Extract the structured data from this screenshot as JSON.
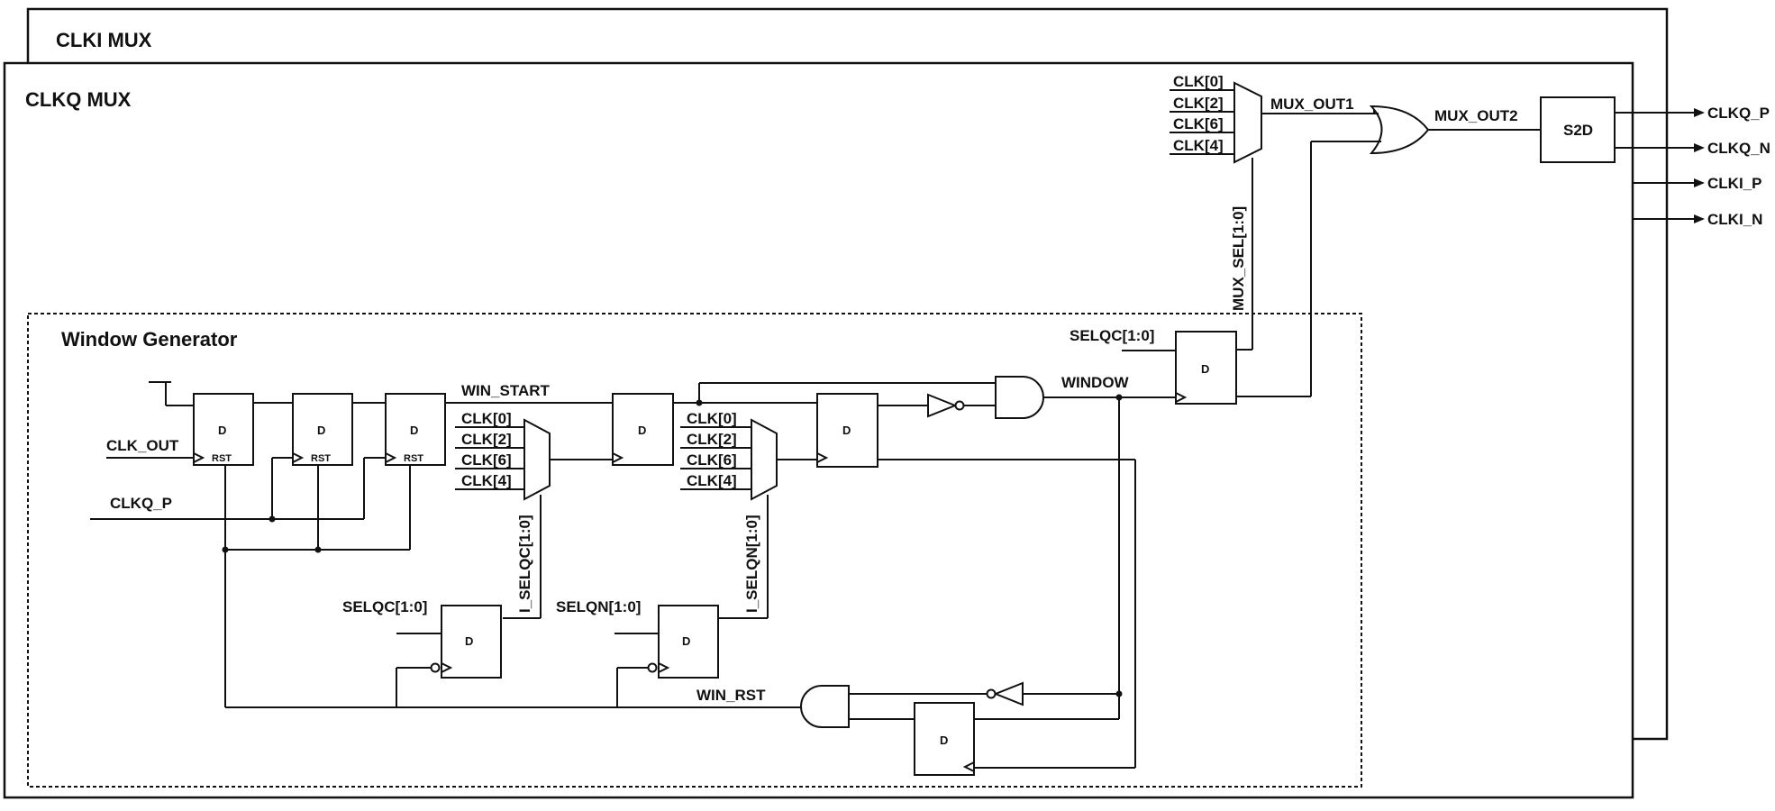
{
  "titles": {
    "clki_mux": "CLKI MUX",
    "clkq_mux": "CLKQ MUX",
    "window_generator": "Window Generator"
  },
  "blocks": {
    "s2d": "S2D",
    "d": "D",
    "rst": "RST"
  },
  "outputs": [
    "CLKQ_P",
    "CLKQ_N",
    "CLKI_P",
    "CLKI_N"
  ],
  "inputs": {
    "clk_out": "CLK_OUT",
    "clkq_p": "CLKQ_P",
    "selqc_top": "SELQC[1:0]",
    "selqc_bottom": "SELQC[1:0]",
    "selqn": "SELQN[1:0]"
  },
  "mux_inputs": [
    "CLK[0]",
    "CLK[2]",
    "CLK[6]",
    "CLK[4]"
  ],
  "signals": {
    "mux_out1": "MUX_OUT1",
    "mux_out2": "MUX_OUT2",
    "mux_sel": "MUX_SEL[1:0]",
    "win_start": "WIN_START",
    "window": "WINDOW",
    "i_selqc": "I_SELQC[1:0]",
    "i_selqn": "I_SELQN[1:0]",
    "win_rst": "WIN_RST"
  }
}
